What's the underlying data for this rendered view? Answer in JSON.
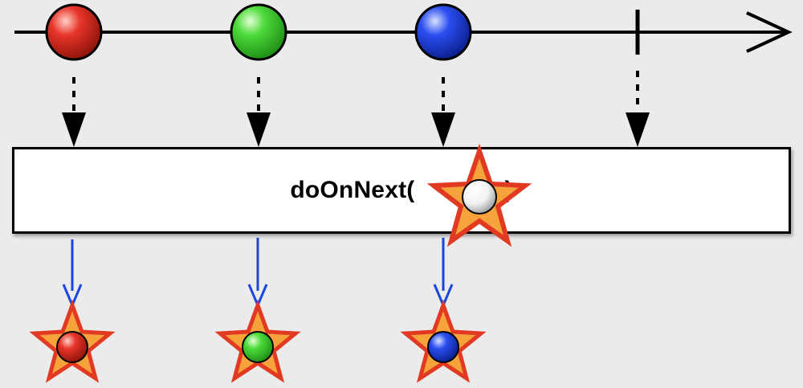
{
  "operator": {
    "name": "doOnNext(",
    "close": ")",
    "side_effect_icon": "star-with-marble-icon"
  },
  "marbles": [
    {
      "id": "red",
      "color": "#e8352a"
    },
    {
      "id": "green",
      "color": "#4ddb3a"
    },
    {
      "id": "blue",
      "color": "#2a4ef0"
    }
  ],
  "completion": "vertical-tick",
  "colors": {
    "timeline": "#000000",
    "output_arrow": "#1b45e0",
    "star_fill": "#f5a33a",
    "star_stroke": "#e23a22",
    "operator_marble": "#ffffff",
    "background": "#ebebeb"
  }
}
